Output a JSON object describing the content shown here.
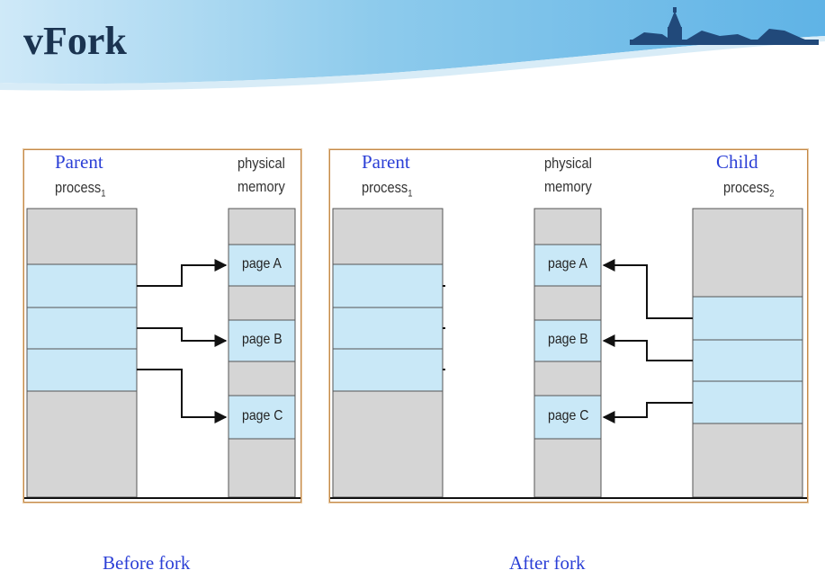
{
  "slide_title": "vFork",
  "before_panel": {
    "parent_label": "Parent",
    "parent_process": "process",
    "parent_subscript": "1",
    "memory_label_line1": "physical",
    "memory_label_line2": "memory",
    "pages": [
      "page A",
      "page B",
      "page C"
    ],
    "caption": "Before fork"
  },
  "after_panel": {
    "parent_label": "Parent",
    "parent_process": "process",
    "parent_subscript": "1",
    "memory_label_line1": "physical",
    "memory_label_line2": "memory",
    "child_label": "Child",
    "child_process": "process",
    "child_subscript": "2",
    "pages": [
      "page A",
      "page B",
      "page C"
    ],
    "caption": "After fork"
  },
  "colors": {
    "title": "#1a3350",
    "label_blue": "#2b3fd6",
    "page_fill": "#c9e8f7",
    "grey_fill": "#d5d5d5",
    "panel_border": "#c48a4a"
  }
}
